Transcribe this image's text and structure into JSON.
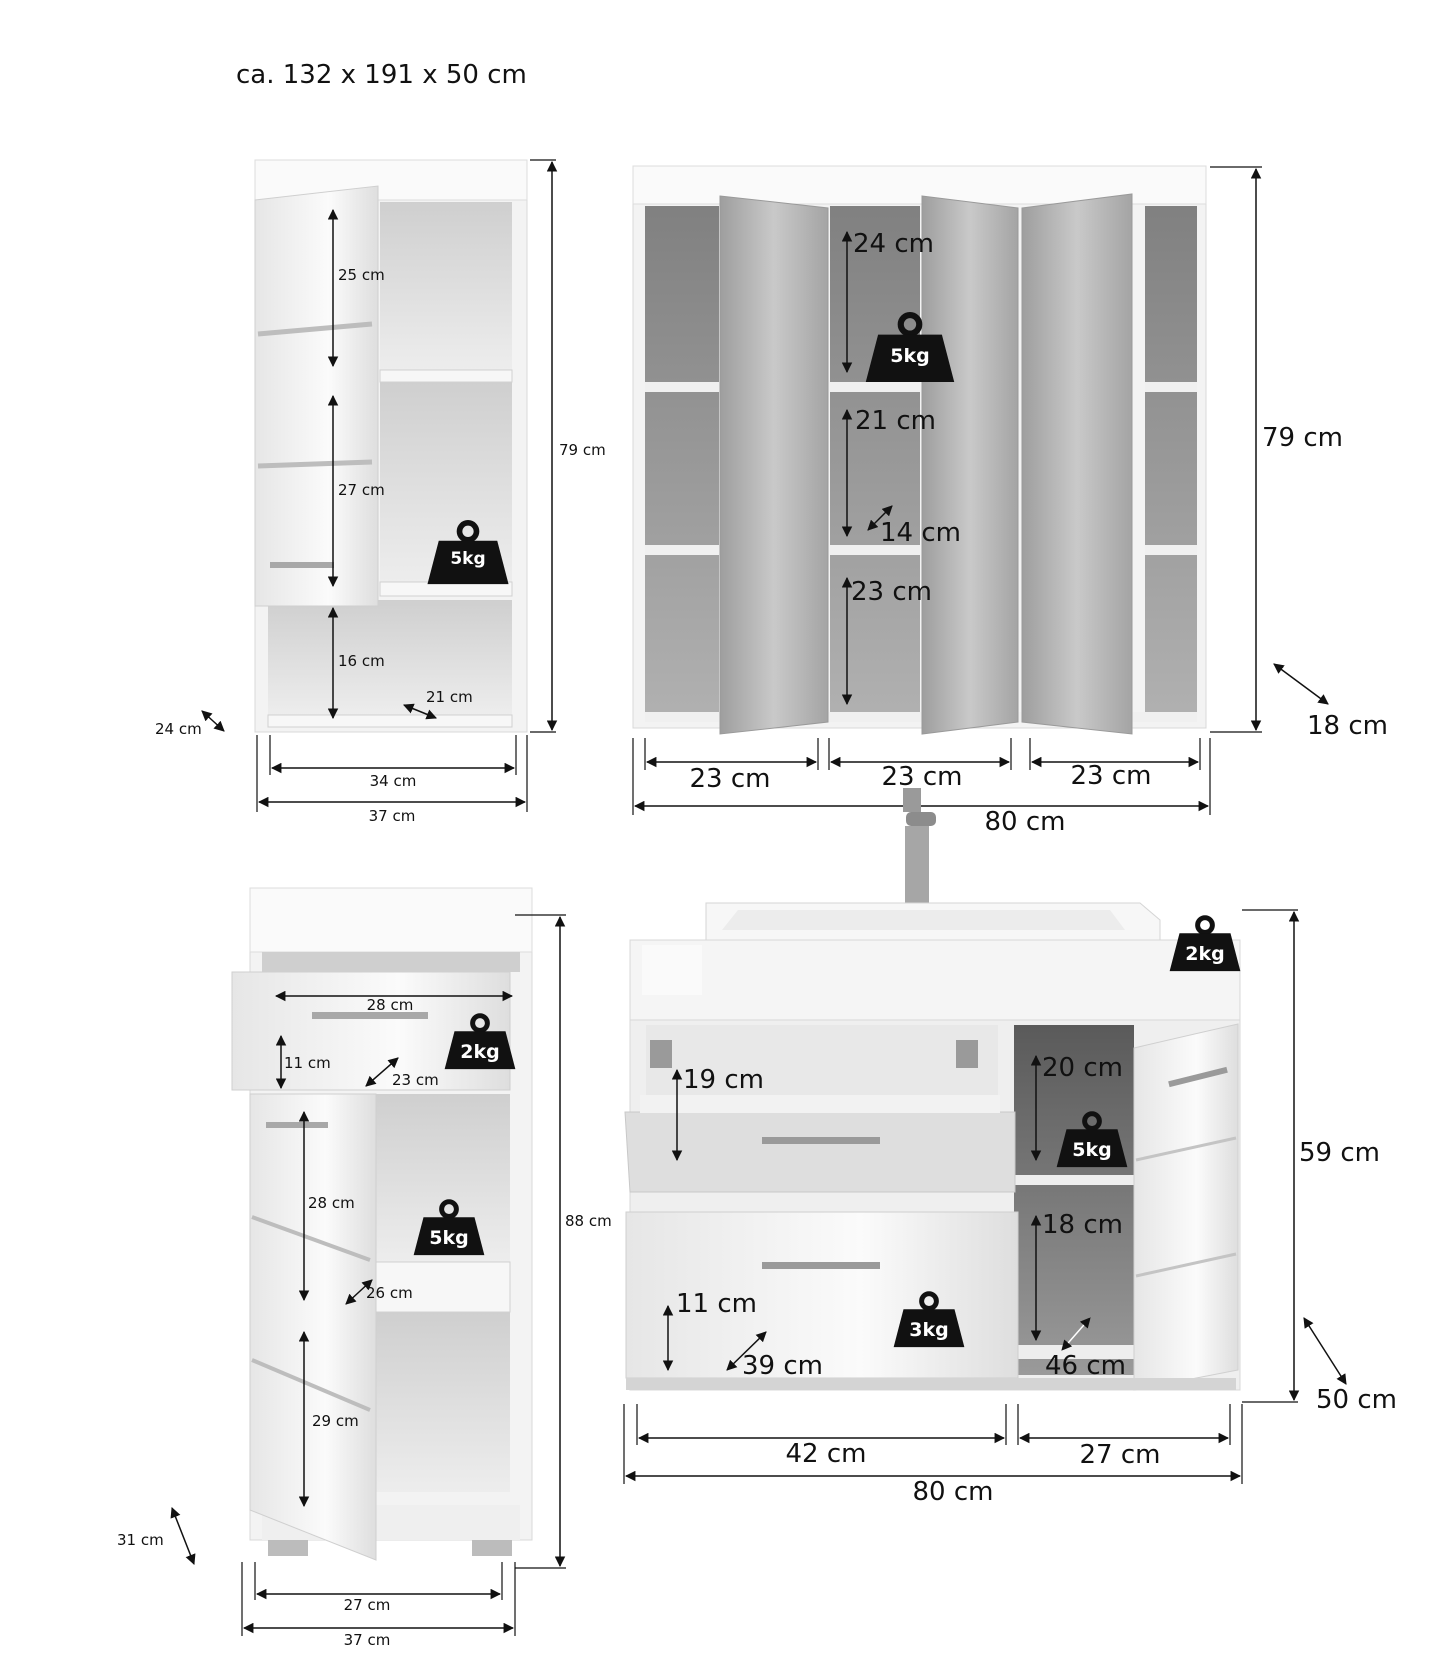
{
  "header": {
    "overall_size": "ca. 132 x 191 x 50 cm"
  },
  "colors": {
    "body": "#f4f4f4",
    "interior": "#e4e4e4",
    "mirror": "#b8b8b8",
    "dim_line": "#111111",
    "weight_badge": "#111111"
  },
  "wall_cabinet": {
    "labels": {
      "door_top": "25 cm",
      "door_mid": "27 cm",
      "open_shelf": "16 cm",
      "shelf_depth": "21 cm",
      "height": "79 cm",
      "depth": "24 cm",
      "inner_width": "34 cm",
      "outer_width": "37 cm"
    },
    "weight": "5kg"
  },
  "mirror_cabinet": {
    "labels": {
      "comp_top": "24 cm",
      "comp_mid": "21 cm",
      "shelf_depth": "14 cm",
      "comp_bottom": "23 cm",
      "height": "79 cm",
      "depth": "18 cm",
      "width_left": "23 cm",
      "width_mid": "23 cm",
      "width_right": "23 cm",
      "total_width": "80 cm"
    },
    "weight": "5kg"
  },
  "base_cabinet": {
    "labels": {
      "drawer_width": "28 cm",
      "drawer_height": "11 cm",
      "drawer_depth": "23 cm",
      "comp_upper": "28 cm",
      "shelf_depth": "26 cm",
      "comp_lower": "29 cm",
      "height": "88 cm",
      "depth": "31 cm",
      "inner_width": "27 cm",
      "outer_width": "37 cm"
    },
    "weights": {
      "drawer": "2kg",
      "shelf": "5kg"
    }
  },
  "vanity": {
    "labels": {
      "upper_drawer": "19 cm",
      "side_upper": "20 cm",
      "side_lower": "18 cm",
      "lower_drawer_height": "11 cm",
      "lower_drawer_depth": "39 cm",
      "side_depth": "46 cm",
      "height": "59 cm",
      "depth": "50 cm",
      "width_left": "42 cm",
      "width_right": "27 cm",
      "total_width": "80 cm"
    },
    "weights": {
      "basin": "2kg",
      "side_shelf": "5kg",
      "drawer": "3kg"
    }
  }
}
